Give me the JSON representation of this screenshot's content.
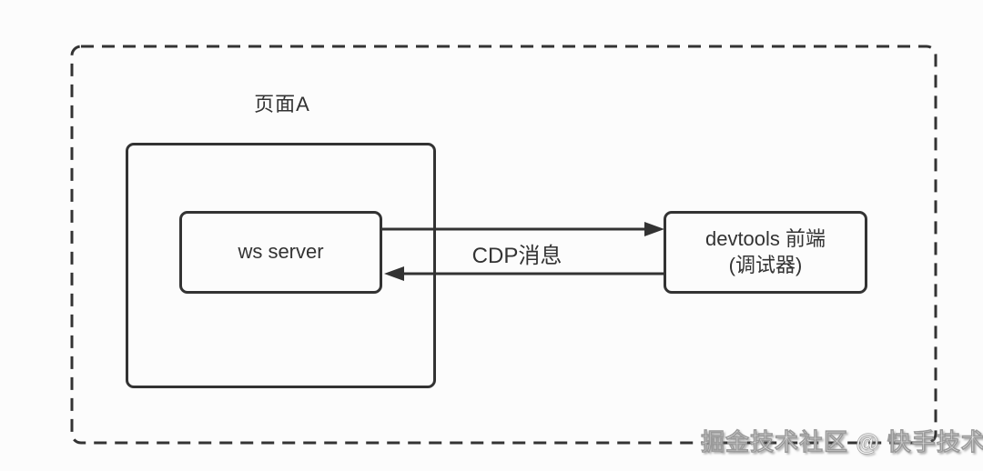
{
  "colors": {
    "stroke": "#333333",
    "background": "#fcfcfc",
    "text": "#333333"
  },
  "page_container": {
    "label": "页面A"
  },
  "nodes": {
    "ws_server": {
      "label": "ws server"
    },
    "devtools": {
      "line1": "devtools 前端",
      "line2": "(调试器)"
    }
  },
  "connectors": {
    "label": "CDP消息"
  },
  "watermark": {
    "text": "掘金技术社区 @ 快手技术"
  }
}
